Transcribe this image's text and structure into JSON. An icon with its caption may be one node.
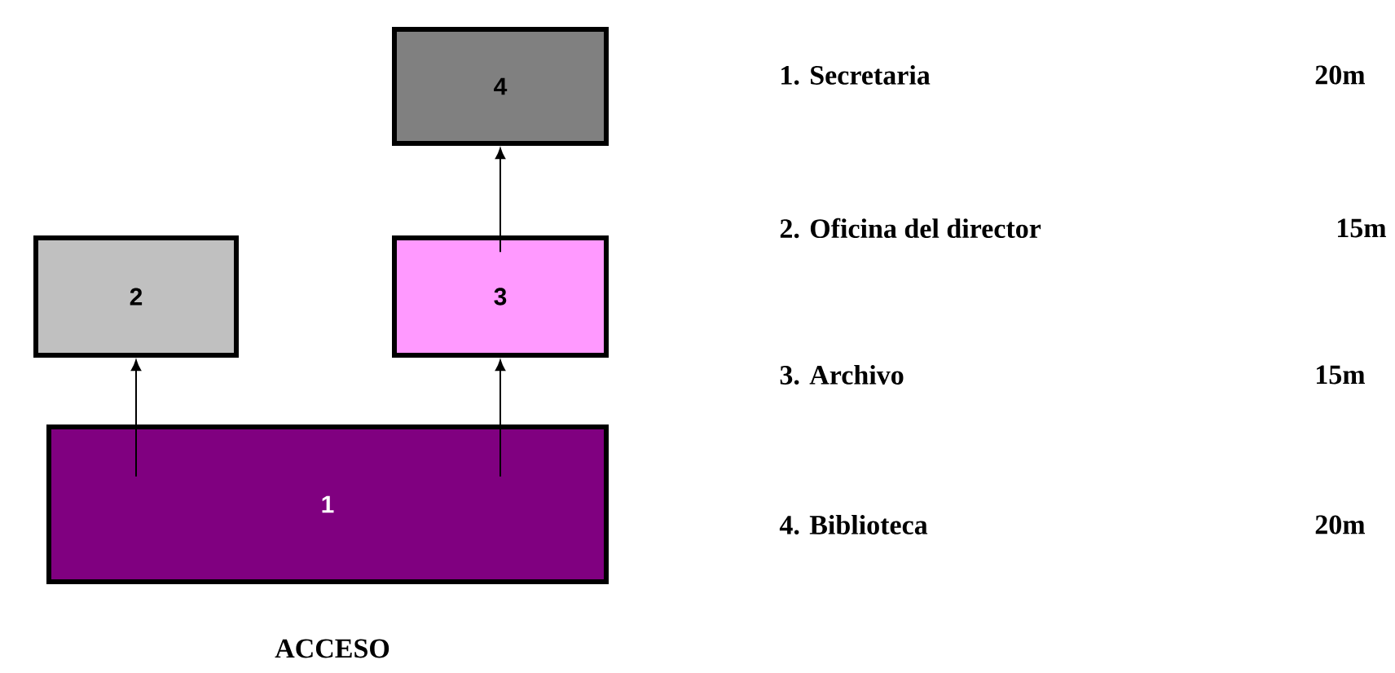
{
  "diagram": {
    "nodes": [
      {
        "text": [
          "1"
        ]
      },
      {
        "text": [
          "2"
        ]
      },
      {
        "text": [
          "3"
        ]
      },
      {
        "text": [
          "4"
        ]
      }
    ],
    "edges": [
      {
        "from": 0,
        "to": 1,
        "arrow": "to"
      },
      {
        "from": 0,
        "to": 2,
        "arrow": "to"
      },
      {
        "from": 2,
        "to": 3,
        "arrow": "to"
      }
    ],
    "labels": [
      "1. Secretaria",
      "20m",
      "2. Oficina del director",
      "15m",
      "3. Archivo",
      "15m",
      "4. Biblioteca",
      "20m",
      "ACCESO"
    ]
  }
}
